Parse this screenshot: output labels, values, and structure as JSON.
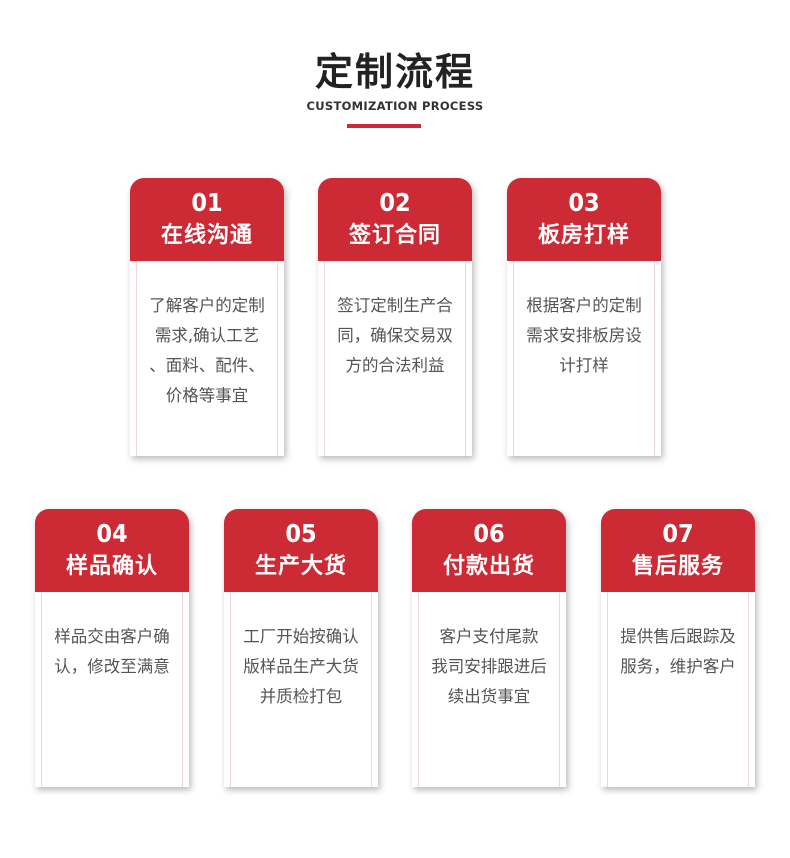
{
  "header": {
    "title": "定制流程",
    "subtitle": "CUSTOMIZATION PROCESS"
  },
  "colors": {
    "accent": "#cc2a35",
    "title_text": "#222222",
    "body_text": "#555555"
  },
  "steps": [
    {
      "num": "01",
      "name": "在线沟通",
      "desc": "了解客户的定制\n需求,确认工艺\n、面料、配件、\n价格等事宜"
    },
    {
      "num": "02",
      "name": "签订合同",
      "desc": "签订定制生产合\n同，确保交易双\n方的合法利益"
    },
    {
      "num": "03",
      "name": "板房打样",
      "desc": "根据客户的定制\n需求安排板房设\n计打样"
    },
    {
      "num": "04",
      "name": "样品确认",
      "desc": "样品交由客户确\n认，修改至满意"
    },
    {
      "num": "05",
      "name": "生产大货",
      "desc": "工厂开始按确认\n版样品生产大货\n并质检打包"
    },
    {
      "num": "06",
      "name": "付款出货",
      "desc": "客户支付尾款\n我司安排跟进后\n续出货事宜"
    },
    {
      "num": "07",
      "name": "售后服务",
      "desc": "提供售后跟踪及\n服务，维护客户"
    }
  ]
}
